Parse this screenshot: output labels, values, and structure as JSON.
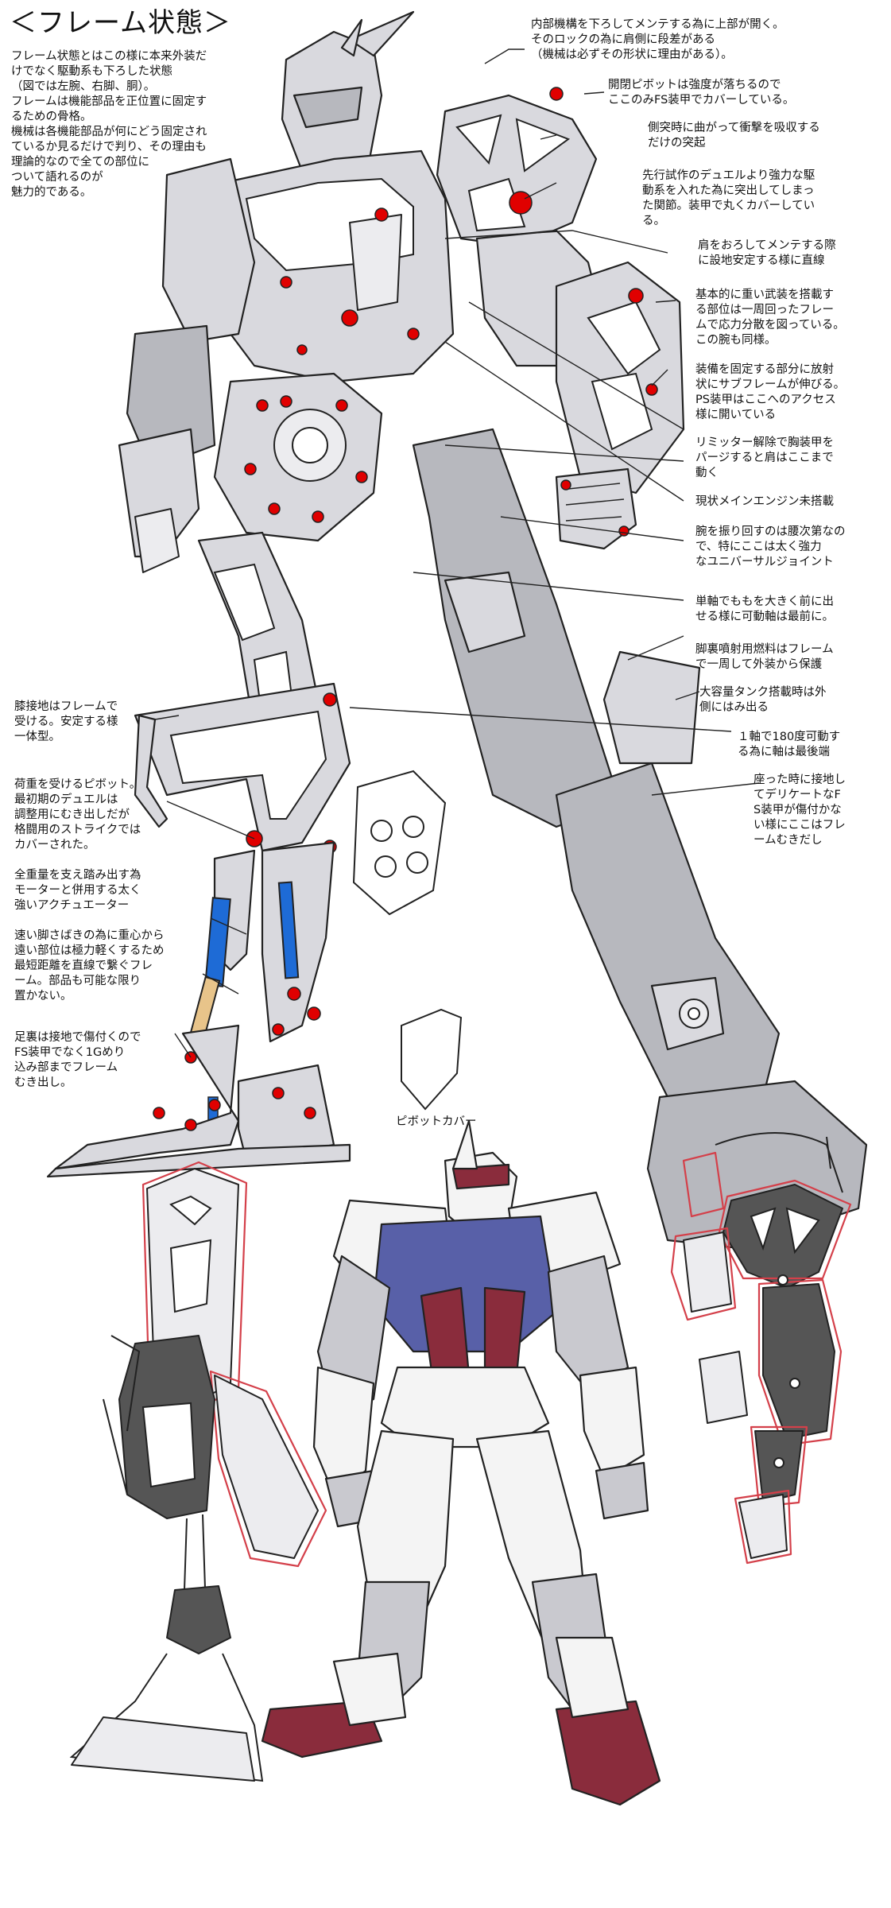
{
  "title": "＜フレーム状態＞",
  "intro": "フレーム状態とはこの様に本来外装だ\nけでなく駆動系も下ろした状態\n（図では左腕、右脚、胴）。\nフレームは機能部品を正位置に固定す\nるための骨格。\n機械は各機能部品が何にどう固定され\nているか見るだけで判り、その理由も\n理論的なので全ての部位に\nついて語れるのが\n魅力的である。",
  "notes_right": [
    "内部機構を下ろしてメンテする為に上部が開く。\nそのロックの為に肩側に段差がある\n（機械は必ずその形状に理由がある）。",
    "開閉ピボットは強度が落ちるので\nここのみFS装甲でカバーしている。",
    "側突時に曲がって衝撃を吸収する\nだけの突起",
    "先行試作のデュエルより強力な駆\n動系を入れた為に突出してしまっ\nた関節。装甲で丸くカバーしてい\nる。",
    "肩をおろしてメンテする際\nに設地安定する様に直線",
    "基本的に重い武装を搭載す\nる部位は一周回ったフレー\nムで応力分散を図っている。\nこの腕も同様。",
    "装備を固定する部分に放射\n状にサブフレームが伸びる。\nPS装甲はここへのアクセス\n様に開いている",
    "リミッター解除で胸装甲を\nパージすると肩はここまで\n動く",
    "現状メインエンジン未搭載",
    "腕を振り回すのは腰次第なの\nで、特にここは太く強力\nなユニバーサルジョイント",
    "単軸でももを大きく前に出\nせる様に可動軸は最前に。",
    "脚裏噴射用燃料はフレーム\nで一周して外装から保護",
    "大容量タンク搭載時は外\n側にはみ出る",
    "１軸で180度可動す\nる為に軸は最後端",
    "座った時に接地し\nてデリケートなF\nS装甲が傷付かな\nい様にここはフレ\nームむきだし"
  ],
  "notes_left": [
    "膝接地はフレームで\n受ける。安定する様\n一体型。",
    "荷重を受けるピボット。\n最初期のデュエルは\n調整用にむき出しだが\n格闘用のストライクでは\nカバーされた。",
    "全重量を支え踏み出す為\nモーターと併用する太く\n強いアクチュエーター",
    "速い脚さばきの為に重心から\n遠い部位は極力軽くするため\n最短距離を直線で繋ぐフレ\nーム。部品も可能な限り\n置かない。",
    "足裏は接地で傷付くので\nFS装甲でなく1Gめり\n込み部までフレーム\nむき出し。"
  ],
  "pivot_cover_label": "ピボットカバー",
  "colors": {
    "frame": "#d9d9de",
    "frame_dark": "#a9aab0",
    "joint": "#e00000",
    "actuator_blue": "#1e6bd6",
    "actuator_tan": "#e8c48a",
    "armor_white": "#f2f2f2",
    "armor_blue": "#5860a8",
    "armor_red": "#8a2c3c",
    "outline_red": "#d4404a"
  }
}
